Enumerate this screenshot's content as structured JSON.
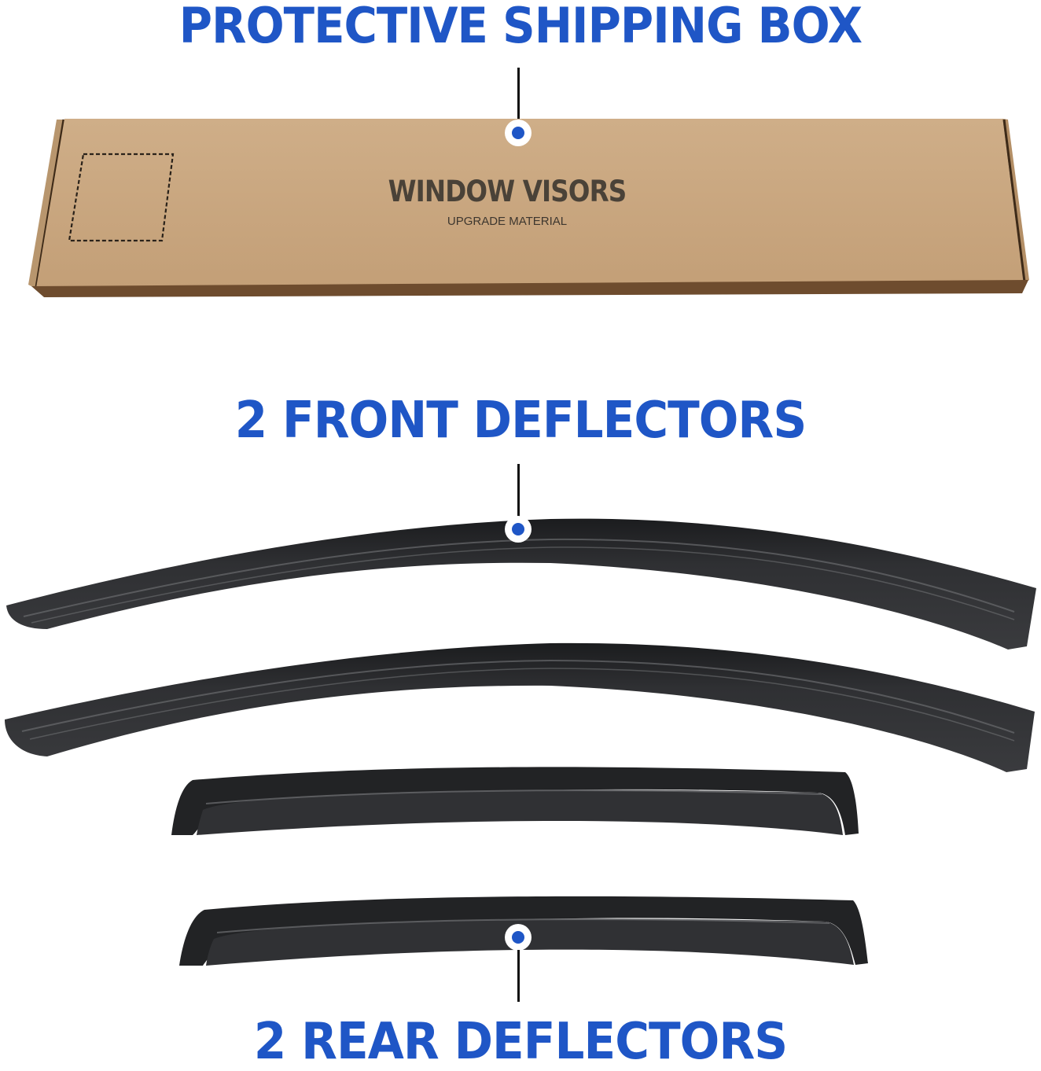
{
  "headings": {
    "box": "PROTECTIVE SHIPPING BOX",
    "front": "2 FRONT DEFLECTORS",
    "rear": "2 REAR DEFLECTORS"
  },
  "box": {
    "label_main": "WINDOW VISORS",
    "label_sub": "UPGRADE MATERIAL"
  },
  "items": [
    {
      "name": "shipping-box",
      "count": 1
    },
    {
      "name": "front-deflector",
      "count": 2
    },
    {
      "name": "rear-deflector",
      "count": 2
    }
  ],
  "colors": {
    "accent": "#1f56c6",
    "cardboard": "#c9a67f",
    "cardboard_edge": "#6b4a2c",
    "deflector": "#2a2b2d",
    "leader": "#111111",
    "background": "#ffffff"
  }
}
